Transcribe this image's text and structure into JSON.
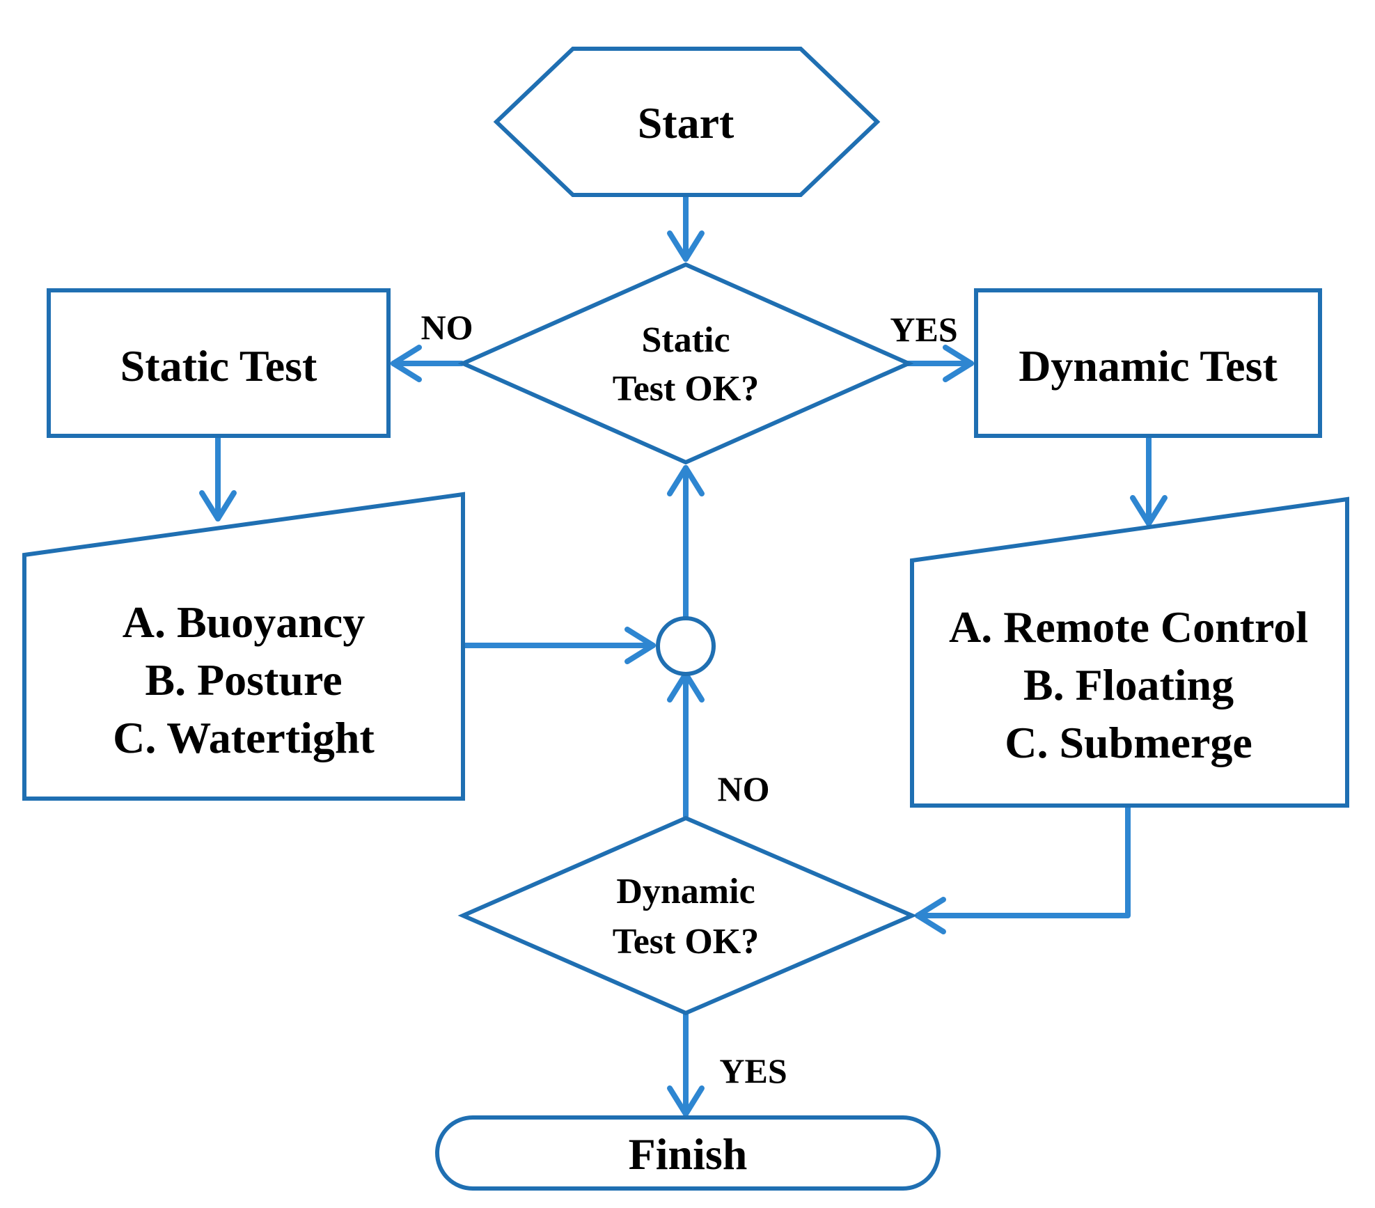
{
  "nodes": {
    "start": "Start",
    "static_decision": [
      "Static",
      "Test OK?"
    ],
    "static_test": "Static Test",
    "dynamic_test": "Dynamic Test",
    "static_items": [
      "A. Buoyancy",
      "B. Posture",
      "C. Watertight"
    ],
    "dynamic_items": [
      "A. Remote Control",
      "B. Floating",
      "C. Submerge"
    ],
    "dynamic_decision": [
      "Dynamic",
      "Test OK?"
    ],
    "finish": "Finish"
  },
  "edge_labels": {
    "static_no": "NO",
    "static_yes": "YES",
    "dynamic_no": "NO",
    "dynamic_yes": "YES"
  },
  "colors": {
    "shape_stroke": "#1f6fb2",
    "connector": "#2e86d1"
  }
}
